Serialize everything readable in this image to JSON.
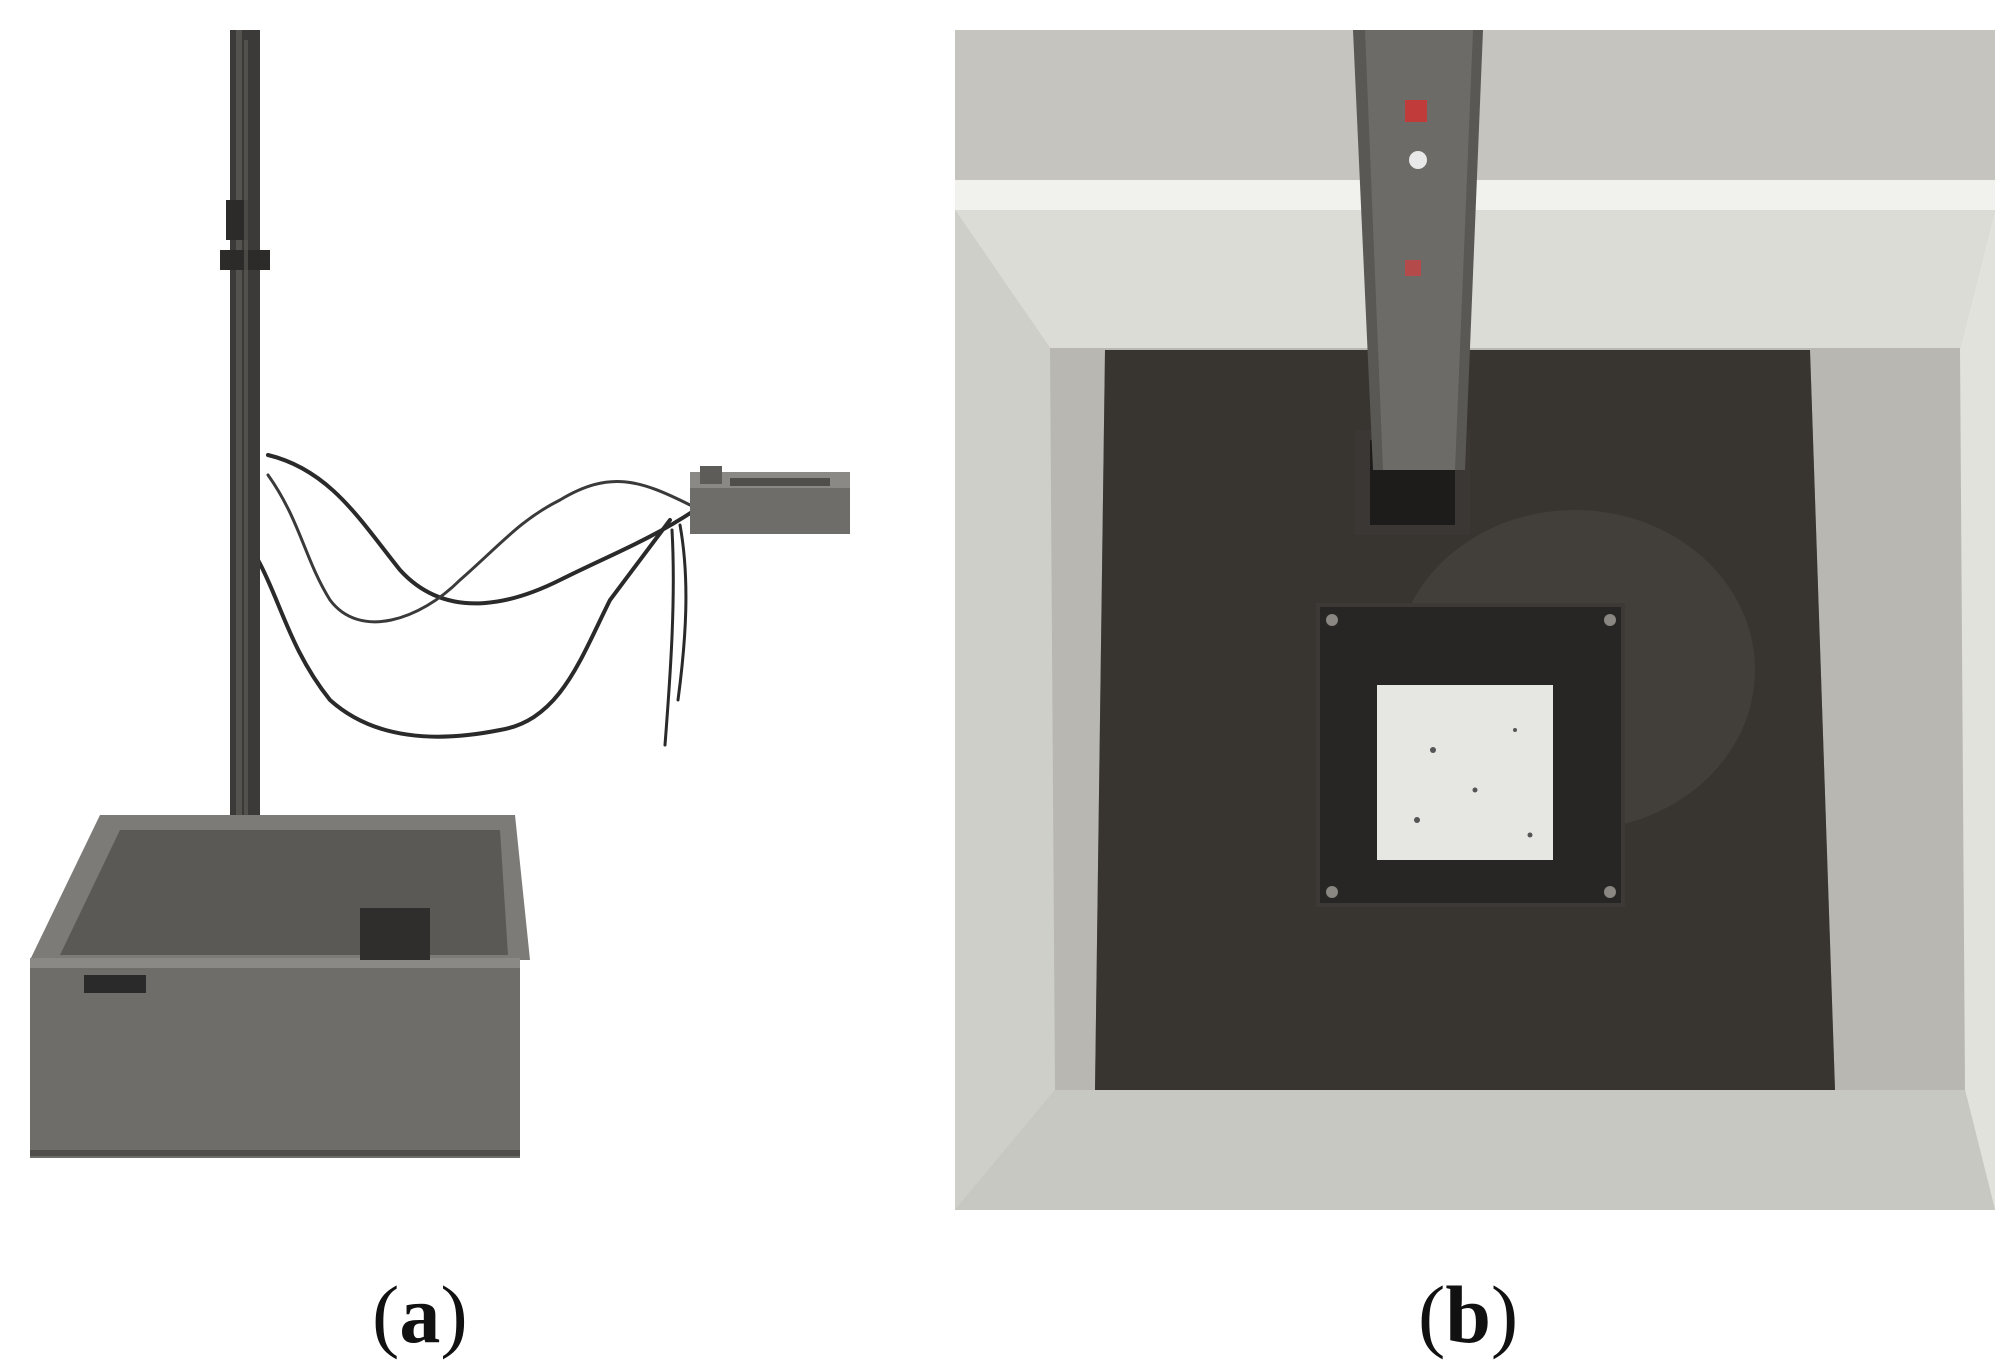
{
  "figure": {
    "panels": [
      {
        "id": "a",
        "label": "a"
      },
      {
        "id": "b",
        "label": "b"
      }
    ],
    "colors": {
      "background": "#ffffff",
      "box_grey": "#6e6d69",
      "box_grey_dark": "#4f4e4b",
      "steel_plate": "#2e2b29",
      "box_interior": "#d2d2cc",
      "specimen": "#e6e6e3"
    }
  }
}
